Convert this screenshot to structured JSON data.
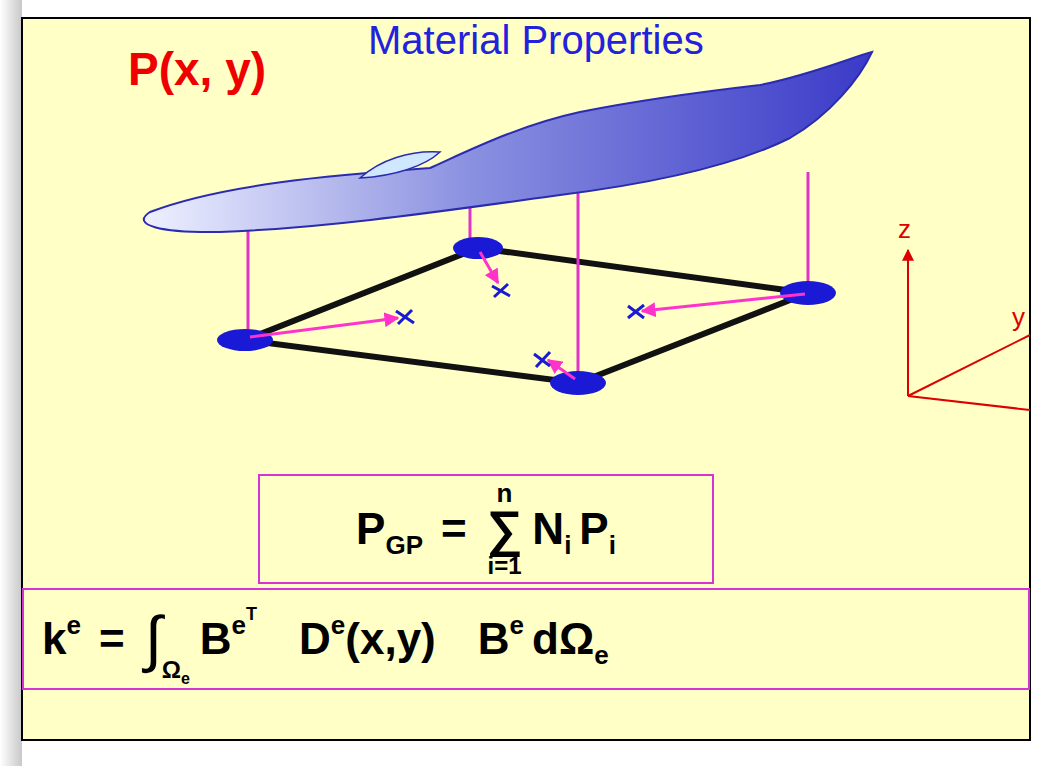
{
  "diagram": {
    "nodes": [
      {
        "text": [
          "P",
          "GP",
          "=",
          "n",
          "∑",
          "i=1",
          "N",
          "i",
          "P",
          "i"
        ]
      },
      {
        "text": [
          "k",
          "e",
          "=",
          "∫",
          "Ω",
          "e",
          "B",
          "e",
          "T",
          "D",
          "e",
          "(x,y)",
          "B",
          "e",
          "dΩ",
          "e"
        ]
      }
    ],
    "labels": [
      "P(x, y)",
      "Material Properties",
      "z",
      "y"
    ]
  }
}
